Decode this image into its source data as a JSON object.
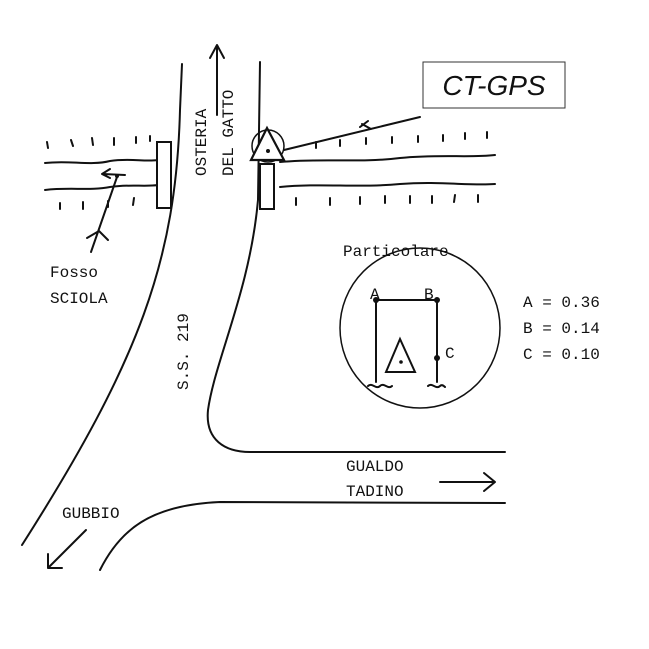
{
  "badge": {
    "label": "CT-GPS"
  },
  "places": {
    "north": "OSTERIA",
    "north2": "DEL GATTO",
    "road": "S.S. 219",
    "east1": "GUALDO",
    "east2": "TADINO",
    "south_west": "GUBBIO",
    "river1": "Fosso",
    "river2": "SCIOLA"
  },
  "detail": {
    "title": "Particolare",
    "points": [
      {
        "label": "A",
        "value": "0.36",
        "text": "A = 0.36"
      },
      {
        "label": "B",
        "value": "0.14",
        "text": "B = 0.14"
      },
      {
        "label": "C",
        "value": "0.10",
        "text": "C = 0.10"
      }
    ]
  }
}
